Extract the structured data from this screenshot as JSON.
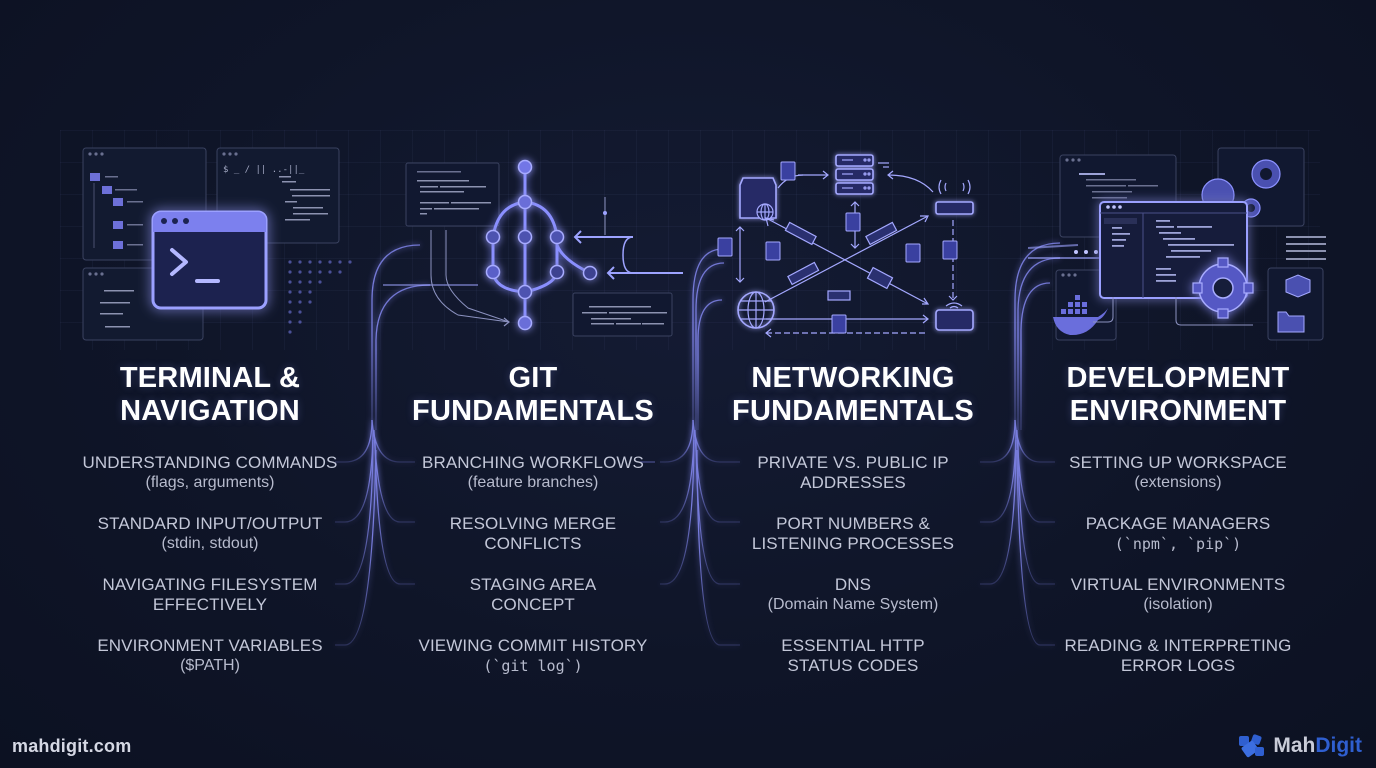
{
  "colors": {
    "background": "#0f1528",
    "accent": "#7b7ff0",
    "accent_light": "#9da3ff",
    "title_text": "#ffffff",
    "item_text": "#c3c7d8",
    "brand_blue": "#2f5fd0"
  },
  "columns": [
    {
      "id": "terminal",
      "illustration_icon": "terminal-window-icon",
      "title_lines": [
        "TERMINAL &",
        "NAVIGATION"
      ],
      "items": [
        {
          "main_lines": [
            "UNDERSTANDING COMMANDS"
          ],
          "sub": "(flags, arguments)",
          "sub_mono": false
        },
        {
          "main_lines": [
            "STANDARD INPUT/OUTPUT"
          ],
          "sub": "(stdin, stdout)",
          "sub_mono": false
        },
        {
          "main_lines": [
            "NAVIGATING FILESYSTEM",
            "EFFECTIVELY"
          ],
          "sub": null,
          "sub_mono": false
        },
        {
          "main_lines": [
            "ENVIRONMENT VARIABLES"
          ],
          "sub": "($PATH)",
          "sub_mono": false
        }
      ],
      "illustration_text": {
        "prompt_line": "$ _ / || ..-||_"
      }
    },
    {
      "id": "git",
      "illustration_icon": "git-branch-graph-icon",
      "title_lines": [
        "GIT",
        "FUNDAMENTALS"
      ],
      "items": [
        {
          "main_lines": [
            "BRANCHING WORKFLOWS"
          ],
          "sub": "(feature branches)",
          "sub_mono": false
        },
        {
          "main_lines": [
            "RESOLVING MERGE",
            "CONFLICTS"
          ],
          "sub": null,
          "sub_mono": false
        },
        {
          "main_lines": [
            "STAGING AREA",
            "CONCEPT"
          ],
          "sub": null,
          "sub_mono": false
        },
        {
          "main_lines": [
            "VIEWING COMMIT HISTORY"
          ],
          "sub": "(`git log`)",
          "sub_mono": true
        }
      ]
    },
    {
      "id": "networking",
      "illustration_icon": "network-topology-icon",
      "title_lines": [
        "NETWORKING",
        "FUNDAMENTALS"
      ],
      "items": [
        {
          "main_lines": [
            "PRIVATE VS. PUBLIC IP",
            "ADDRESSES"
          ],
          "sub": null,
          "sub_mono": false
        },
        {
          "main_lines": [
            "PORT NUMBERS &",
            "LISTENING PROCESSES"
          ],
          "sub": null,
          "sub_mono": false
        },
        {
          "main_lines": [
            "DNS"
          ],
          "sub": "(Domain Name System)",
          "sub_mono": false
        },
        {
          "main_lines": [
            "ESSENTIAL HTTP",
            "STATUS CODES"
          ],
          "sub": null,
          "sub_mono": false
        }
      ]
    },
    {
      "id": "devenv",
      "illustration_icon": "code-editor-gears-icon",
      "title_lines": [
        "DEVELOPMENT",
        "ENVIRONMENT"
      ],
      "items": [
        {
          "main_lines": [
            "SETTING UP WORKSPACE"
          ],
          "sub": "(extensions)",
          "sub_mono": false
        },
        {
          "main_lines": [
            "PACKAGE MANAGERS"
          ],
          "sub": "(`npm`, `pip`)",
          "sub_mono": true
        },
        {
          "main_lines": [
            "VIRTUAL ENVIRONMENTS"
          ],
          "sub": "(isolation)",
          "sub_mono": false
        },
        {
          "main_lines": [
            "READING & INTERPRETING",
            "ERROR LOGS"
          ],
          "sub": null,
          "sub_mono": false
        }
      ]
    }
  ],
  "footer": {
    "url": "mahdigit.com",
    "brand_part1": "Mah",
    "brand_part2": "Digit",
    "brand_icon": "mahdigit-logo-icon"
  }
}
